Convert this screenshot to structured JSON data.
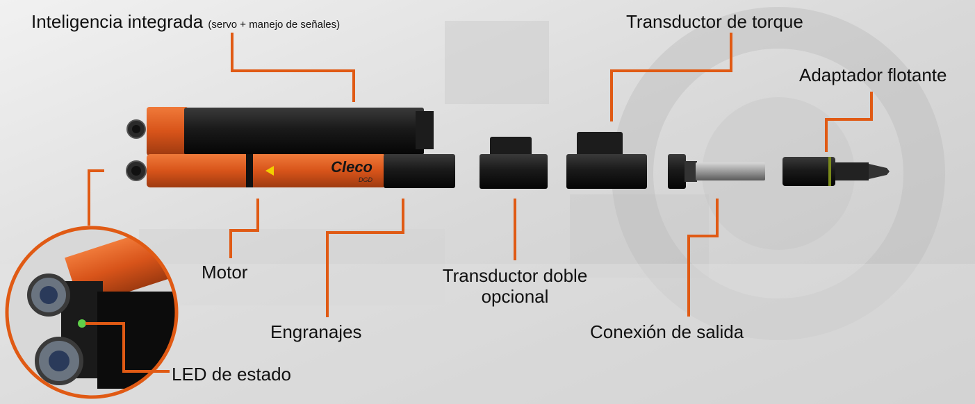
{
  "colors": {
    "accent": "#e05a14",
    "tool_orange": "#d8541a",
    "tool_black": "#151515",
    "background": "#e9e9e9"
  },
  "brand": {
    "name": "Cleco",
    "model": "DGD"
  },
  "labels": {
    "integrated_intelligence": "Inteligencia integrada",
    "integrated_intelligence_note": "(servo + manejo de señales)",
    "torque_transducer": "Transductor de torque",
    "floating_adapter": "Adaptador flotante",
    "motor": "Motor",
    "gears": "Engranajes",
    "dual_transducer_line1": "Transductor doble",
    "dual_transducer_line2": "opcional",
    "output_connection": "Conexión de salida",
    "status_led": "LED de estado"
  }
}
